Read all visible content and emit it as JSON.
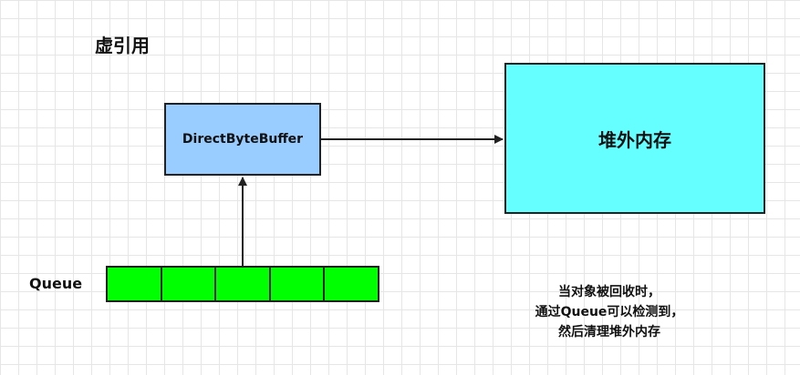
{
  "title": "虚引用",
  "nodes": {
    "direct_byte_buffer": {
      "label": "DirectByteBuffer",
      "fill": "#99ccff"
    },
    "off_heap_memory": {
      "label": "堆外内存",
      "fill": "#66ffff"
    }
  },
  "queue": {
    "label": "Queue",
    "cell_count": 5,
    "fill": "#00ff00"
  },
  "note": {
    "lines": [
      "当对象被回收时，",
      "通过Queue可以检测到，",
      "然后清理堆外内存"
    ]
  },
  "edges": [
    {
      "from": "direct_byte_buffer",
      "to": "off_heap_memory"
    },
    {
      "from": "queue",
      "to": "direct_byte_buffer"
    }
  ]
}
